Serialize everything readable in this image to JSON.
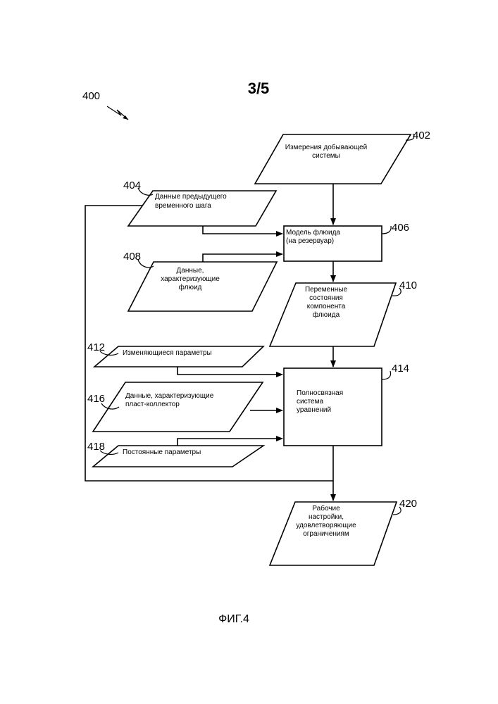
{
  "page_number": "3/5",
  "figure_label": "ФИГ.4",
  "diagram_ref": "400",
  "nodes": {
    "n402": {
      "ref": "402",
      "lines": [
        "Измерения добывающей",
        "системы"
      ]
    },
    "n404": {
      "ref": "404",
      "lines": [
        "Данные предыдущего",
        "временного шага"
      ]
    },
    "n406": {
      "ref": "406",
      "lines": [
        "Модель флюида",
        "(на резервуар)"
      ]
    },
    "n408": {
      "ref": "408",
      "lines": [
        "Данные,",
        "характеризующие",
        "флюид"
      ]
    },
    "n410": {
      "ref": "410",
      "lines": [
        "Переменные",
        "состояния",
        "компонента",
        "флюида"
      ]
    },
    "n412": {
      "ref": "412",
      "lines": [
        "Изменяющиеся параметры"
      ]
    },
    "n414": {
      "ref": "414",
      "lines": [
        "Полносвязная",
        "система",
        "уравнений"
      ]
    },
    "n416": {
      "ref": "416",
      "lines": [
        "Данные, характеризующие",
        "пласт-коллектор"
      ]
    },
    "n418": {
      "ref": "418",
      "lines": [
        "Постоянные параметры"
      ]
    },
    "n420": {
      "ref": "420",
      "lines": [
        "Рабочие",
        "настройки,",
        "удовлетворяющие",
        "ограничениям"
      ]
    }
  }
}
